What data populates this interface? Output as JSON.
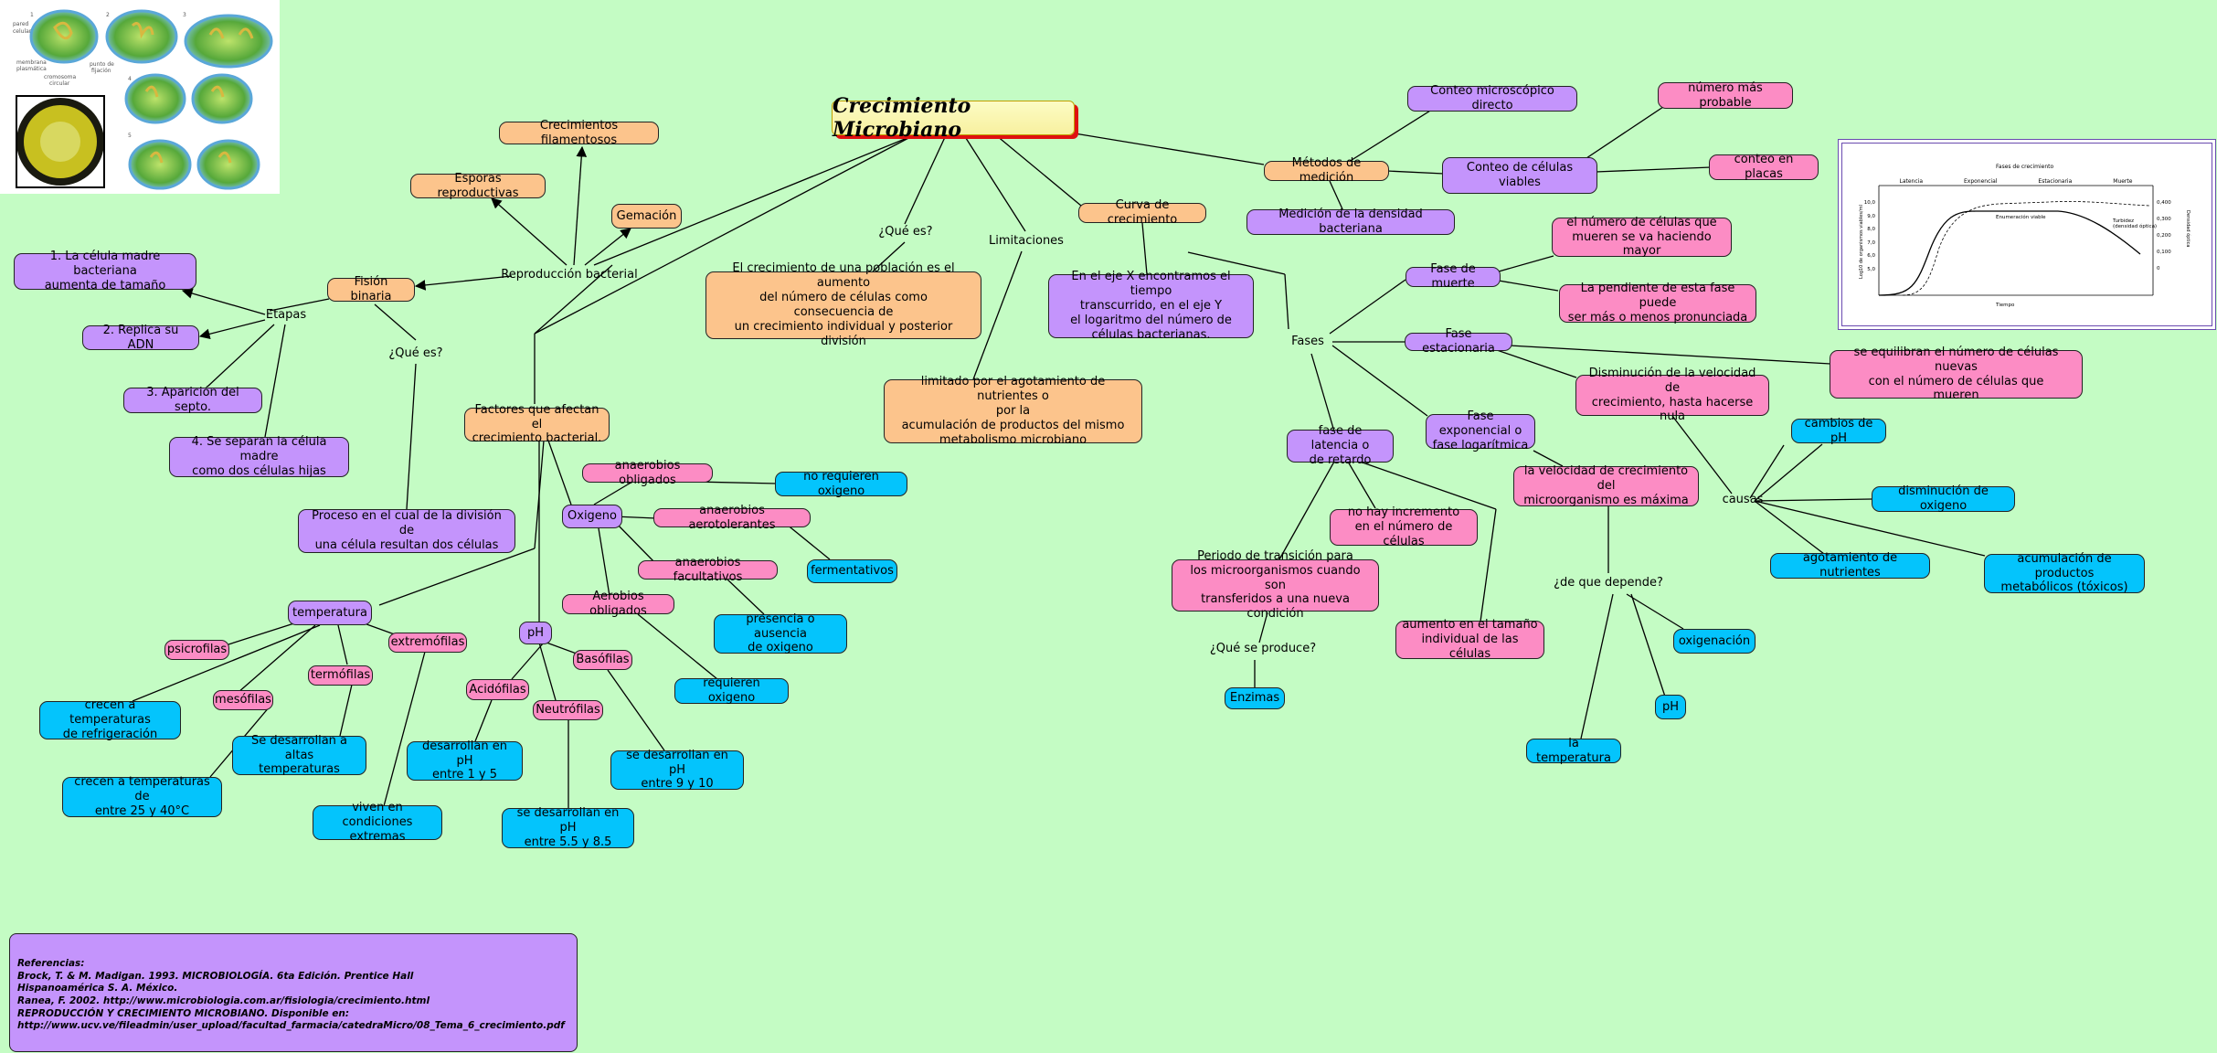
{
  "title": "Crecimiento Microbiano",
  "nodes": {
    "crec_filamentosos": "Crecimientos filamentosos",
    "esporas": "Esporas reproductivas",
    "gemacion": "Gemación",
    "fision": "Fisión binaria",
    "celula_madre": "1. La célula madre bacteriana\naumenta de tamaño",
    "replica": "2. Replica su ADN",
    "septo": "3. Aparición del septo.",
    "separan": "4. Se separan la célula madre\ncomo dos células hijas",
    "proceso": "Proceso en el cual de la división de\nuna célula resultan dos células",
    "que_es_def": "El crecimiento de una población es el aumento\ndel número de células como\nconsecuencia de\nun crecimiento individual y posterior división",
    "limitado": "limitado por el agotamiento de nutrientes o\npor la\nacumulación de productos del mismo\nmetabolismo microbiano",
    "curva": "Curva de crecimiento",
    "eje": "En el eje X encontramos el tiempo\ntranscurrido, en el eje Y\nel logaritmo del número de\ncélulas bacterianas.",
    "metodos": "Métodos de medición",
    "conteo_micro": "Conteo microscópico directo",
    "numero_probable": "número más probable",
    "conteo_viables": "Conteo de células viables",
    "conteo_placas": "conteo en placas",
    "densidad": "Medición de la densidad bacteriana",
    "fase_muerte": "Fase de muerte",
    "num_mueren": "el número de células que\nmueren se va haciendo mayor",
    "pendiente": "La pendiente de esta fase puede\nser más o menos pronunciada",
    "fase_estacionaria": "Fase estacionaria",
    "equilibran": "se equilibran el número de células nuevas\ncon el número de células que\nmueren",
    "disminucion_vel": "Disminución de la velocidad de\ncrecimiento, hasta hacerse nula",
    "fase_exponencial": "Fase exponencial o\nfase logarítmica",
    "velocidad_max": "la velocidad de crecimiento del\nmicroorganismo es máxima",
    "fase_latencia": "fase de latencia o\nde retardo",
    "no_incremento": "no hay incremento\nen el número de células",
    "periodo": "Periodo de transición para\nlos microorganismos cuando son\ntransferidos a una nueva condición",
    "aumento_tamano": "aumento en el tamaño\nindividual de las células",
    "enzimas": "Enzimas",
    "cambios_ph": "cambios de pH",
    "dism_oxigeno": "disminución de oxigeno",
    "agotamiento": "agotamiento de nutrientes",
    "acumulacion": "acumulación de productos\nmetabólicos (tóxicos)",
    "oxigenacion": "oxigenación",
    "ph_dep": "pH",
    "temp_dep": "la temperatura",
    "factores": "Factores que afectan el\ncrecimiento bacterial.",
    "oxigeno": "Oxigeno",
    "anaer_oblig": "anaerobios obligados",
    "no_requieren": "no requieren oxigeno",
    "anaer_aerot": "anaerobios aerotolerantes",
    "fermentativos": "fermentativos",
    "anaer_facult": "anaerobios facultativos",
    "presencia": "presencia o ausencia\nde oxigeno",
    "aer_oblig": "Aerobios obligados",
    "requieren": "requieren oxigeno",
    "temperatura": "temperatura",
    "psicrofilas": "psicrofilas",
    "mesofilas": "mesófilas",
    "termofilas": "termófilas",
    "extremofilas": "extremófilas",
    "crecen_refrig": "crecen a temperaturas\nde refrigeración",
    "crecen_25": "crecen a temperaturas de\nentre 25 y 40°C",
    "altas_temp": "Se desarrollan a altas\ntemperaturas",
    "extremas": "viven en condiciones\nextremas",
    "ph": "pH",
    "acidofilas": "Acidófilas",
    "neutrofilas": "Neutrófilas",
    "basofilas": "Basófilas",
    "ph_1_5": "desarrollan en pH\nentre 1 y 5",
    "ph_55_85": "se desarrollan en pH\nentre 5.5 y 8.5",
    "ph_9_10": "se desarrollan en pH\nentre 9 y 10"
  },
  "labels": {
    "reproduccion": "Reproducción bacterial",
    "etapas": "Etapas",
    "que_es_fision": "¿Qué es?",
    "que_es": "¿Qué es?",
    "limitaciones": "Limitaciones",
    "fases": "Fases",
    "causas": "causas",
    "de_que_depende": "¿de que depende?",
    "que_se_produce": "¿Qué se produce?"
  },
  "references": [
    "Referencias:",
    "Brock, T. & M. Madigan. 1993. MICROBIOLOGÍA. 6ta Edición. Prentice Hall",
    "Hispanoamérica S. A. México.",
    "Ranea, F. 2002. http://www.microbiologia.com.ar/fisiologia/crecimiento.html",
    "REPRODUCCIÓN Y CRECIMIENTO MICROBIANO. Disponible en:",
    "http://www.ucv.ve/fileadmin/user_upload/facultad_farmacia/catedraMicro/08_Tema_6_crecimiento.pdf"
  ],
  "growth_chart": {
    "title": "Fases de crecimiento",
    "phases": [
      "Latencia",
      "Exponencial",
      "Estacionaria",
      "Muerte"
    ],
    "y_ticks": [
      "10,0",
      "9,0",
      "8,0",
      "7,0",
      "6,0",
      "5,0"
    ],
    "y2_ticks": [
      "0,400",
      "0,300",
      "0,200",
      "0,100",
      "0"
    ],
    "curve_labels": [
      "Enumeración viable",
      "Turbidez\n(densidad óptica)"
    ],
    "xlabel": "Tiempo",
    "ylabel": "Log10 de organismos viables/ml",
    "y2label": "Densidad óptica"
  },
  "colors": {
    "background": "#c4fcc4",
    "orange": "#fcc48c",
    "purple": "#c494fc",
    "pink": "#fc8cc4",
    "cyan": "#04c4fc"
  }
}
